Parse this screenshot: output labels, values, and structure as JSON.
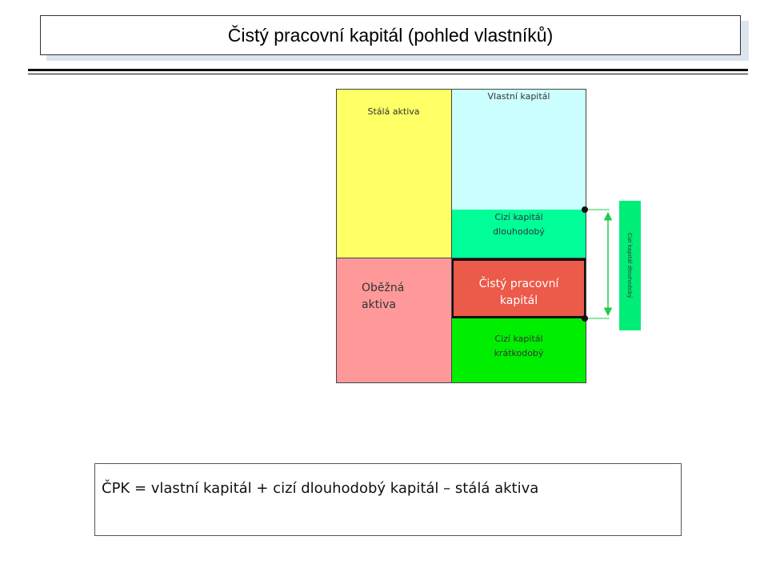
{
  "title": "Čistý pracovní kapitál (pohled vlastníků)",
  "diagram": {
    "blocks": {
      "stala_aktiva": "Stálá aktiva",
      "obezna_aktiva_line1": "Oběžná",
      "obezna_aktiva_line2": "aktiva",
      "vlastni_kapital": "Vlastní kapitál",
      "cizi_dlouhodoby_line1": "Cizí kapitál",
      "cizi_dlouhodoby_line2": "dlouhodobý",
      "cisty_pk_line1": "Čistý pracovní",
      "cisty_pk_line2": "kapitál",
      "cizi_kratkodoby_line1": "Cizí kapitál",
      "cizi_kratkodoby_line2": "krátkodobý"
    },
    "side_label": "Cizí kapitál dlouhodobý",
    "colors": {
      "stala_aktiva": "#ffff66",
      "obezna_aktiva": "#ff9999",
      "vlastni_kapital": "#ccffff",
      "cizi_dlouhodoby": "#00ff99",
      "cisty_pk": "#ec5a4a",
      "cizi_kratkodoby": "#00ee00",
      "side_bar": "#00ee77"
    }
  },
  "formula": "ČPK = vlastní kapitál + cizí dlouhodobý kapitál – stálá aktiva"
}
